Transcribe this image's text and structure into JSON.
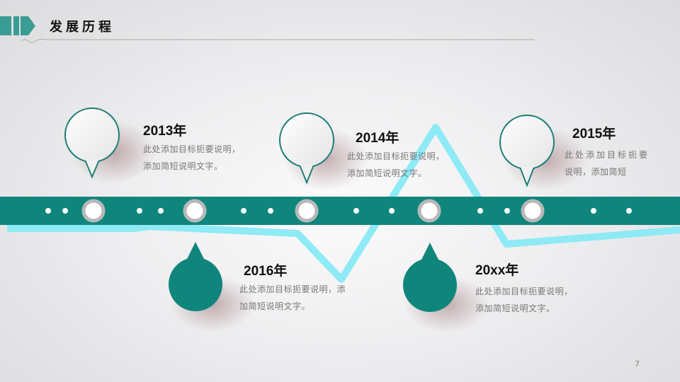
{
  "header": {
    "title": "发展历程"
  },
  "milestones": [
    {
      "year": "2013年",
      "line1": "此处添加目标扼要说明，",
      "line2": "添加简短说明文字。"
    },
    {
      "year": "2014年",
      "line1": "此处添加目标扼要说明，",
      "line2": "添加简短说明文字。"
    },
    {
      "year": "2015年",
      "line1": "此处添加目标扼要",
      "line2": "说明，添加简短"
    },
    {
      "year": "2016年",
      "line1": "此处添加目标扼要说明，添",
      "line2": "加简短说明文字。"
    },
    {
      "year": "20xx年",
      "line1": "此处添加目标扼要说明，",
      "line2": "添加简短说明文字。"
    }
  ],
  "page_number": "7",
  "colors": {
    "teal": "#10857c",
    "cyan": "#8eeaf5"
  }
}
